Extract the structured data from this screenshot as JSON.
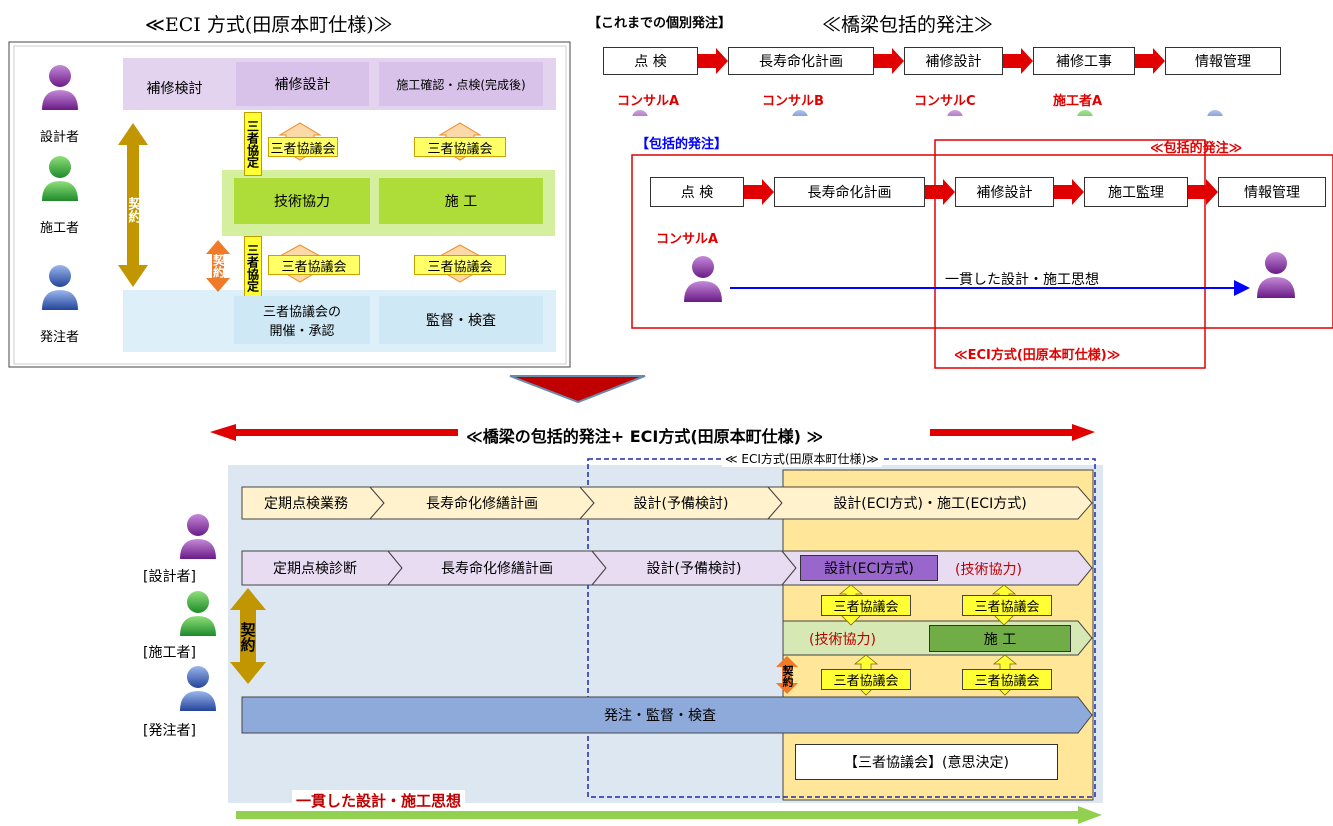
{
  "top_left": {
    "title": "≪ECI 方式(田原本町仕様)≫",
    "roles": {
      "designer": "設計者",
      "contractor": "施工者",
      "client": "発注者"
    },
    "row1": [
      "補修検討",
      "補修設計",
      "施工確認・点検(完成後)"
    ],
    "contract": "契約",
    "contract2": "契約",
    "sansha_kyotei": "三者協定",
    "sansha_kyotei2": "三者協定",
    "kyogikai": "三者協議会",
    "tech": "技術協力",
    "sekou": "施 工",
    "open_approve_1": "三者協議会の",
    "open_approve_2": "開催・承認",
    "kantoku": "監督・検査"
  },
  "top_right": {
    "label_prev": "【これまでの個別発注】",
    "title": "≪橋梁包括的発注≫",
    "prev_flow": [
      "点 検",
      "長寿命化計画",
      "補修設計",
      "補修工事",
      "情報管理"
    ],
    "prev_actors": [
      "コンサルA",
      "コンサルB",
      "コンサルC",
      "施工者A"
    ],
    "label_new": "【包括的発注】",
    "label_new_right": "≪包括的発注≫",
    "new_flow": [
      "点 検",
      "長寿命化計画",
      "補修設計",
      "施工監理",
      "情報管理"
    ],
    "new_actor": "コンサルA",
    "consistent": "一貫した設計・施工思想",
    "eci_label": "≪ECI方式(田原本町仕様)≫"
  },
  "bottom": {
    "banner": "≪橋梁の包括的発注+ ECI方式(田原本町仕様) ≫",
    "eci_dashed": "≪ ECI方式(田原本町仕様)≫",
    "row1": [
      "定期点検業務",
      "長寿命化修繕計画",
      "設計(予備検討)",
      "設計(ECI方式)・施工(ECI方式)"
    ],
    "row2": [
      "定期点検診断",
      "長寿命化修繕計画",
      "設計(予備検討)"
    ],
    "eci_design": "設計(ECI方式)",
    "tech_red": "(技術協力)",
    "tech_red2": "(技術協力)",
    "sekou": "施 工",
    "kyogikai": "三者協議会",
    "contract": "契約",
    "contract_small": "契約",
    "roles": {
      "designer": "[設計者]",
      "contractor": "[施工者]",
      "client": "[発注者]"
    },
    "order": "発注・監督・検査",
    "decision": "【三者協議会】(意思決定)",
    "consistent": "一貫した設計・施工思想"
  }
}
